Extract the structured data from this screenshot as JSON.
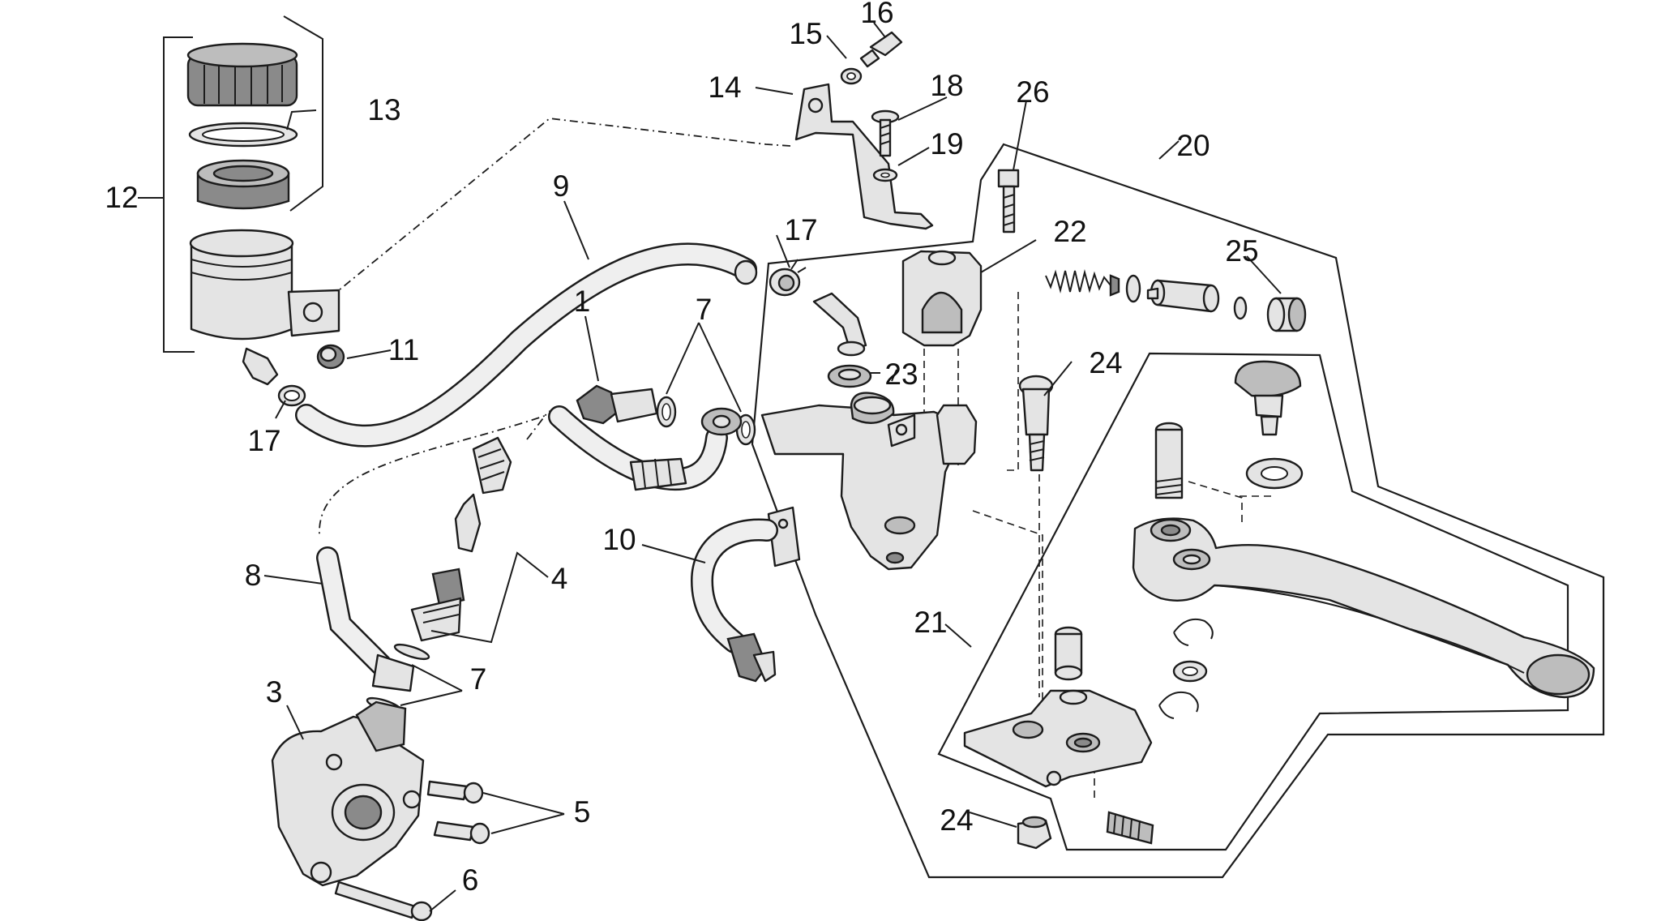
{
  "diagram": {
    "callouts": [
      {
        "id": "c1",
        "text": "1"
      },
      {
        "id": "c3",
        "text": "3"
      },
      {
        "id": "c4",
        "text": "4"
      },
      {
        "id": "c5",
        "text": "5"
      },
      {
        "id": "c6",
        "text": "6"
      },
      {
        "id": "c7a",
        "text": "7"
      },
      {
        "id": "c7b",
        "text": "7"
      },
      {
        "id": "c8",
        "text": "8"
      },
      {
        "id": "c9",
        "text": "9"
      },
      {
        "id": "c10",
        "text": "10"
      },
      {
        "id": "c11",
        "text": "11"
      },
      {
        "id": "c12",
        "text": "12"
      },
      {
        "id": "c13",
        "text": "13"
      },
      {
        "id": "c14",
        "text": "14"
      },
      {
        "id": "c15",
        "text": "15"
      },
      {
        "id": "c16",
        "text": "16"
      },
      {
        "id": "c17a",
        "text": "17"
      },
      {
        "id": "c17b",
        "text": "17"
      },
      {
        "id": "c18",
        "text": "18"
      },
      {
        "id": "c19",
        "text": "19"
      },
      {
        "id": "c20",
        "text": "20"
      },
      {
        "id": "c21",
        "text": "21"
      },
      {
        "id": "c22",
        "text": "22"
      },
      {
        "id": "c23",
        "text": "23"
      },
      {
        "id": "c24a",
        "text": "24"
      },
      {
        "id": "c24b",
        "text": "24"
      },
      {
        "id": "c25",
        "text": "25"
      },
      {
        "id": "c26",
        "text": "26"
      }
    ]
  }
}
